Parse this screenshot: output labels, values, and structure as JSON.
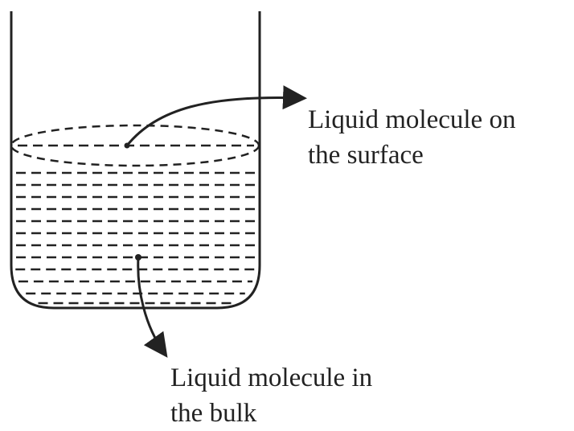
{
  "labels": {
    "surface_line1": "Liquid molecule on",
    "surface_line2": "the surface",
    "bulk_line1": "Liquid molecule in",
    "bulk_line2": "the bulk"
  },
  "colors": {
    "ink": "#222222",
    "background": "#ffffff"
  }
}
